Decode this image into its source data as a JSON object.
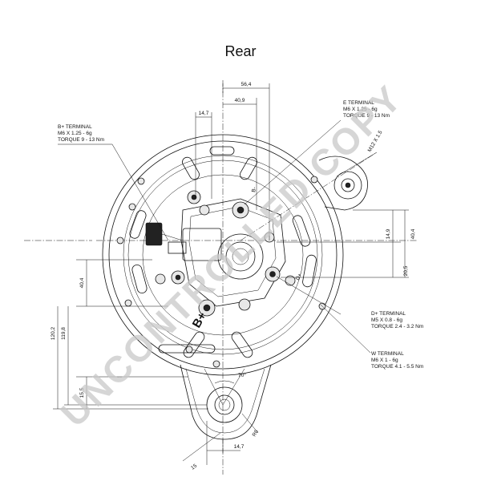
{
  "title": "Rear",
  "watermark": "UNCONTROLLED COPY",
  "dimensions": {
    "d_56_4": "56,4",
    "d_40_9": "40,9",
    "d_14_7_top": "14,7",
    "d_40_4_left": "40,4",
    "d_120_2": "120,2",
    "d_119_8": "119,8",
    "d_15_5": "15,5",
    "d_14_9": "14,9",
    "d_40_4_right": "40,4",
    "d_20_5": "20,5",
    "d_70deg": "70°",
    "d_r6": "R6",
    "d_14_7_bottom": "14,7",
    "d_15": "15"
  },
  "callouts": {
    "b_plus_left": [
      "B+ TERMINAL",
      "M6 X 1.25 - 6g",
      "TORQUE 9 - 13 Nm"
    ],
    "e_terminal": [
      "E TERMINAL",
      "M6 X 1.25 - 6g",
      "TORQUE 9 - 13 Nm"
    ],
    "m12": "M12 X 1.5",
    "d_plus": [
      "D+ TERMINAL",
      "M5 X 0.8 - 6g",
      "TORQUE 2.4 - 3.2 Nm"
    ],
    "w_terminal": [
      "W TERMINAL",
      "M6 X 1 - 6g",
      "TORQUE 4.1 - 5.5 Nm"
    ]
  },
  "labels": {
    "b_plus": "B+",
    "e_mark": "B-",
    "d_mark": "D+"
  }
}
